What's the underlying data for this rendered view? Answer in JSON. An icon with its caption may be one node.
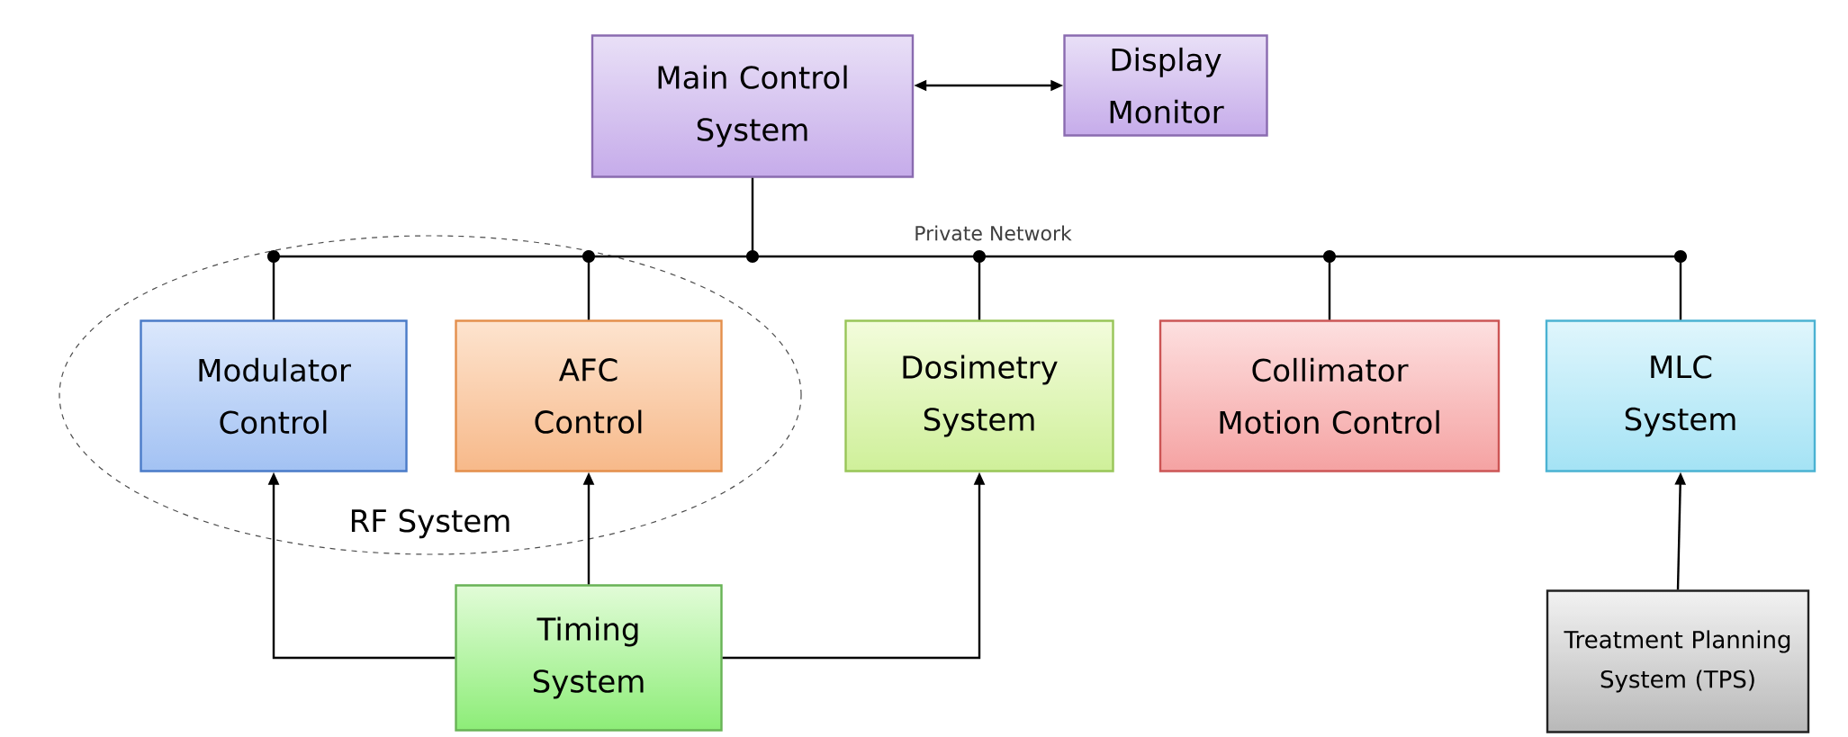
{
  "diagram": {
    "nodes": [
      {
        "text": [
          "Main Control System"
        ]
      },
      {
        "text": [
          "Display Monitor"
        ]
      },
      {
        "text": [
          "Private Network"
        ]
      },
      {
        "text": [
          "RF System"
        ]
      },
      {
        "text": [
          "Modulator Control"
        ],
        "in": 3
      },
      {
        "text": [
          "AFC Control"
        ],
        "in": 3
      },
      {
        "text": [
          "Dosimetry System"
        ]
      },
      {
        "text": [
          "Collimator Motion Control"
        ]
      },
      {
        "text": [
          "MLC System"
        ]
      },
      {
        "text": [
          "Timing System"
        ]
      },
      {
        "text": [
          "Treatment Planning System (TPS)"
        ]
      }
    ],
    "edges": [
      {
        "from": 0,
        "to": 1,
        "arrow": "both"
      },
      {
        "from": 0,
        "to": 2,
        "arrow": "none"
      },
      {
        "from": 2,
        "to": 4,
        "arrow": "none"
      },
      {
        "from": 2,
        "to": 5,
        "arrow": "none"
      },
      {
        "from": 2,
        "to": 6,
        "arrow": "none"
      },
      {
        "from": 2,
        "to": 7,
        "arrow": "none"
      },
      {
        "from": 2,
        "to": 8,
        "arrow": "none"
      },
      {
        "from": 9,
        "to": 4,
        "arrow": "to"
      },
      {
        "from": 9,
        "to": 5,
        "arrow": "to"
      },
      {
        "from": 9,
        "to": 6,
        "arrow": "to"
      },
      {
        "from": 10,
        "to": 8,
        "arrow": "to"
      }
    ]
  }
}
